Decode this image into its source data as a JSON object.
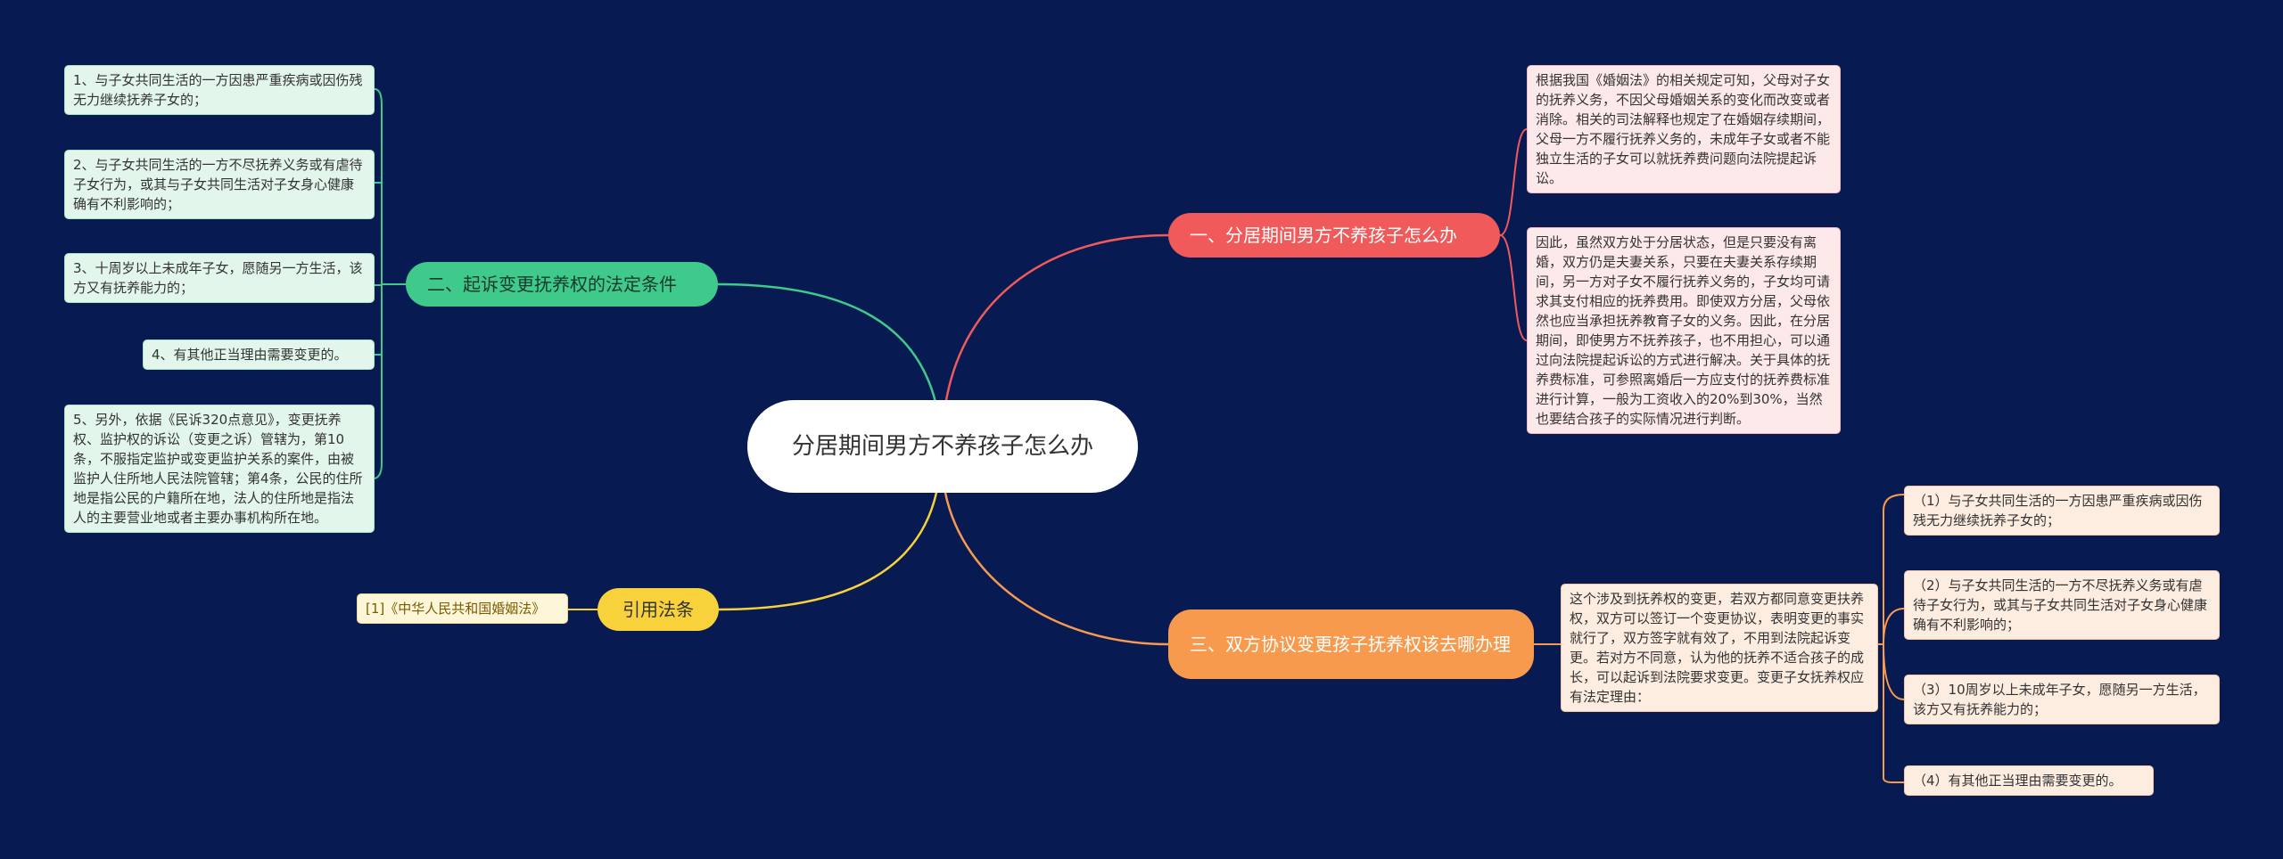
{
  "colors": {
    "background": "#071a52",
    "red": "#f05a5a",
    "orange": "#f79a4e",
    "green": "#3fc98a",
    "yellow": "#f8d23a"
  },
  "root": "分居期间男方不养孩子怎么办",
  "branches": {
    "b1": {
      "title": "一、分居期间男方不养孩子怎么办",
      "leaves": [
        "根据我国《婚姻法》的相关规定可知，父母对子女的抚养义务，不因父母婚姻关系的变化而改变或者消除。相关的司法解释也规定了在婚姻存续期间，父母一方不履行抚养义务的，未成年子女或者不能独立生活的子女可以就抚养费问题向法院提起诉讼。",
        "因此，虽然双方处于分居状态，但是只要没有离婚，双方仍是夫妻关系，只要在夫妻关系存续期间，另一方对子女不履行抚养义务的，子女均可请求其支付相应的抚养费用。即使双方分居，父母依然也应当承担抚养教育子女的义务。因此，在分居期间，即使男方不抚养孩子，也不用担心，可以通过向法院提起诉讼的方式进行解决。关于具体的抚养费标准，可参照离婚后一方应支付的抚养费标准进行计算，一般为工资收入的20%到30%，当然也要结合孩子的实际情况进行判断。"
      ]
    },
    "b3": {
      "title": "三、双方协议变更孩子抚养权该去哪办理",
      "summary": "这个涉及到抚养权的变更，若双方都同意变更扶养权，双方可以签订一个变更协议，表明变更的事实就行了，双方签字就有效了，不用到法院起诉变更。若对方不同意，认为他的抚养不适合孩子的成长，可以起诉到法院要求变更。变更子女抚养权应有法定理由：",
      "leaves": [
        "（1）与子女共同生活的一方因患严重疾病或因伤残无力继续抚养子女的；",
        "（2）与子女共同生活的一方不尽抚养义务或有虐待子女行为，或其与子女共同生活对子女身心健康确有不利影响的；",
        "（3）10周岁以上未成年子女，愿随另一方生活，该方又有抚养能力的；",
        "（4）有其他正当理由需要变更的。"
      ]
    },
    "b2": {
      "title": "二、起诉变更抚养权的法定条件",
      "leaves": [
        "1、与子女共同生活的一方因患严重疾病或因伤残无力继续抚养子女的；",
        "2、与子女共同生活的一方不尽抚养义务或有虐待子女行为，或其与子女共同生活对子女身心健康确有不利影响的；",
        "3、十周岁以上未成年子女，愿随另一方生活，该方又有抚养能力的；",
        "4、有其他正当理由需要变更的。",
        "5、另外，依据《民诉320点意见》，变更抚养权、监护权的诉讼（变更之诉）管辖为，第10条，不服指定监护或变更监护关系的案件，由被监护人住所地人民法院管辖；第4条，公民的住所地是指公民的户籍所在地，法人的住所地是指法人的主要营业地或者主要办事机构所在地。"
      ]
    },
    "b4": {
      "title": "引用法条",
      "leaves": [
        "[1]《中华人民共和国婚姻法》"
      ]
    }
  }
}
